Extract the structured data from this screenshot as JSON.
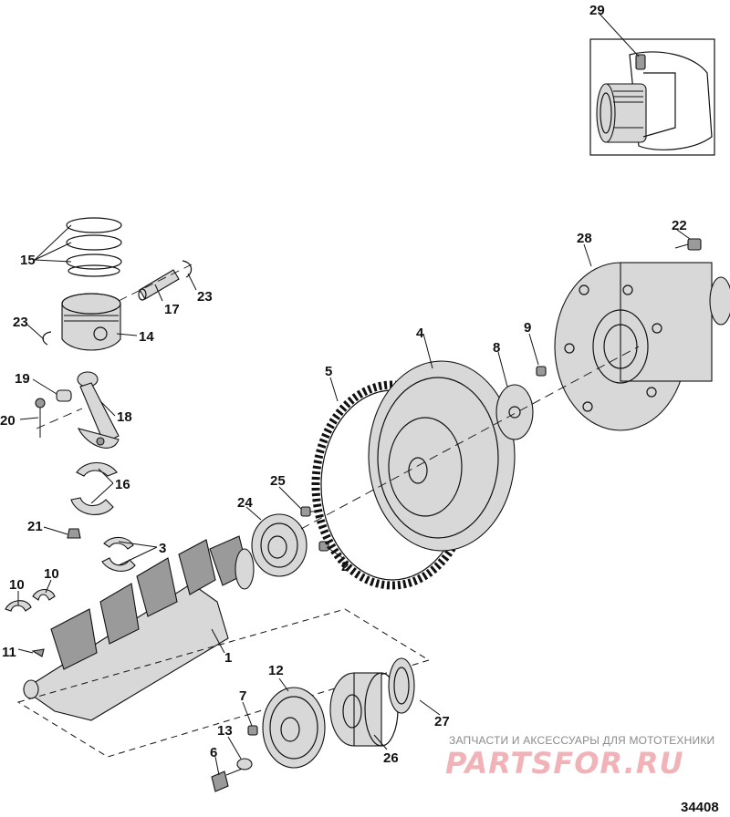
{
  "callouts": {
    "c1": "1",
    "c2": "2",
    "c3": "3",
    "c4": "4",
    "c5": "5",
    "c6": "6",
    "c7": "7",
    "c8": "8",
    "c9": "9",
    "c10a": "10",
    "c10b": "10",
    "c11": "11",
    "c12": "12",
    "c13": "13",
    "c14": "14",
    "c15": "15",
    "c16": "16",
    "c17": "17",
    "c18": "18",
    "c19": "19",
    "c20": "20",
    "c21": "21",
    "c22": "22",
    "c23a": "23",
    "c23b": "23",
    "c24": "24",
    "c25": "25",
    "c26": "26",
    "c27": "27",
    "c28": "28",
    "c29": "29"
  },
  "figure_number": "34408",
  "watermark": {
    "tagline": "ЗАПЧАСТИ И АКСЕССУАРЫ ДЛЯ МОТОТЕХНИКИ",
    "logo": "PARTSFOR.RU"
  }
}
